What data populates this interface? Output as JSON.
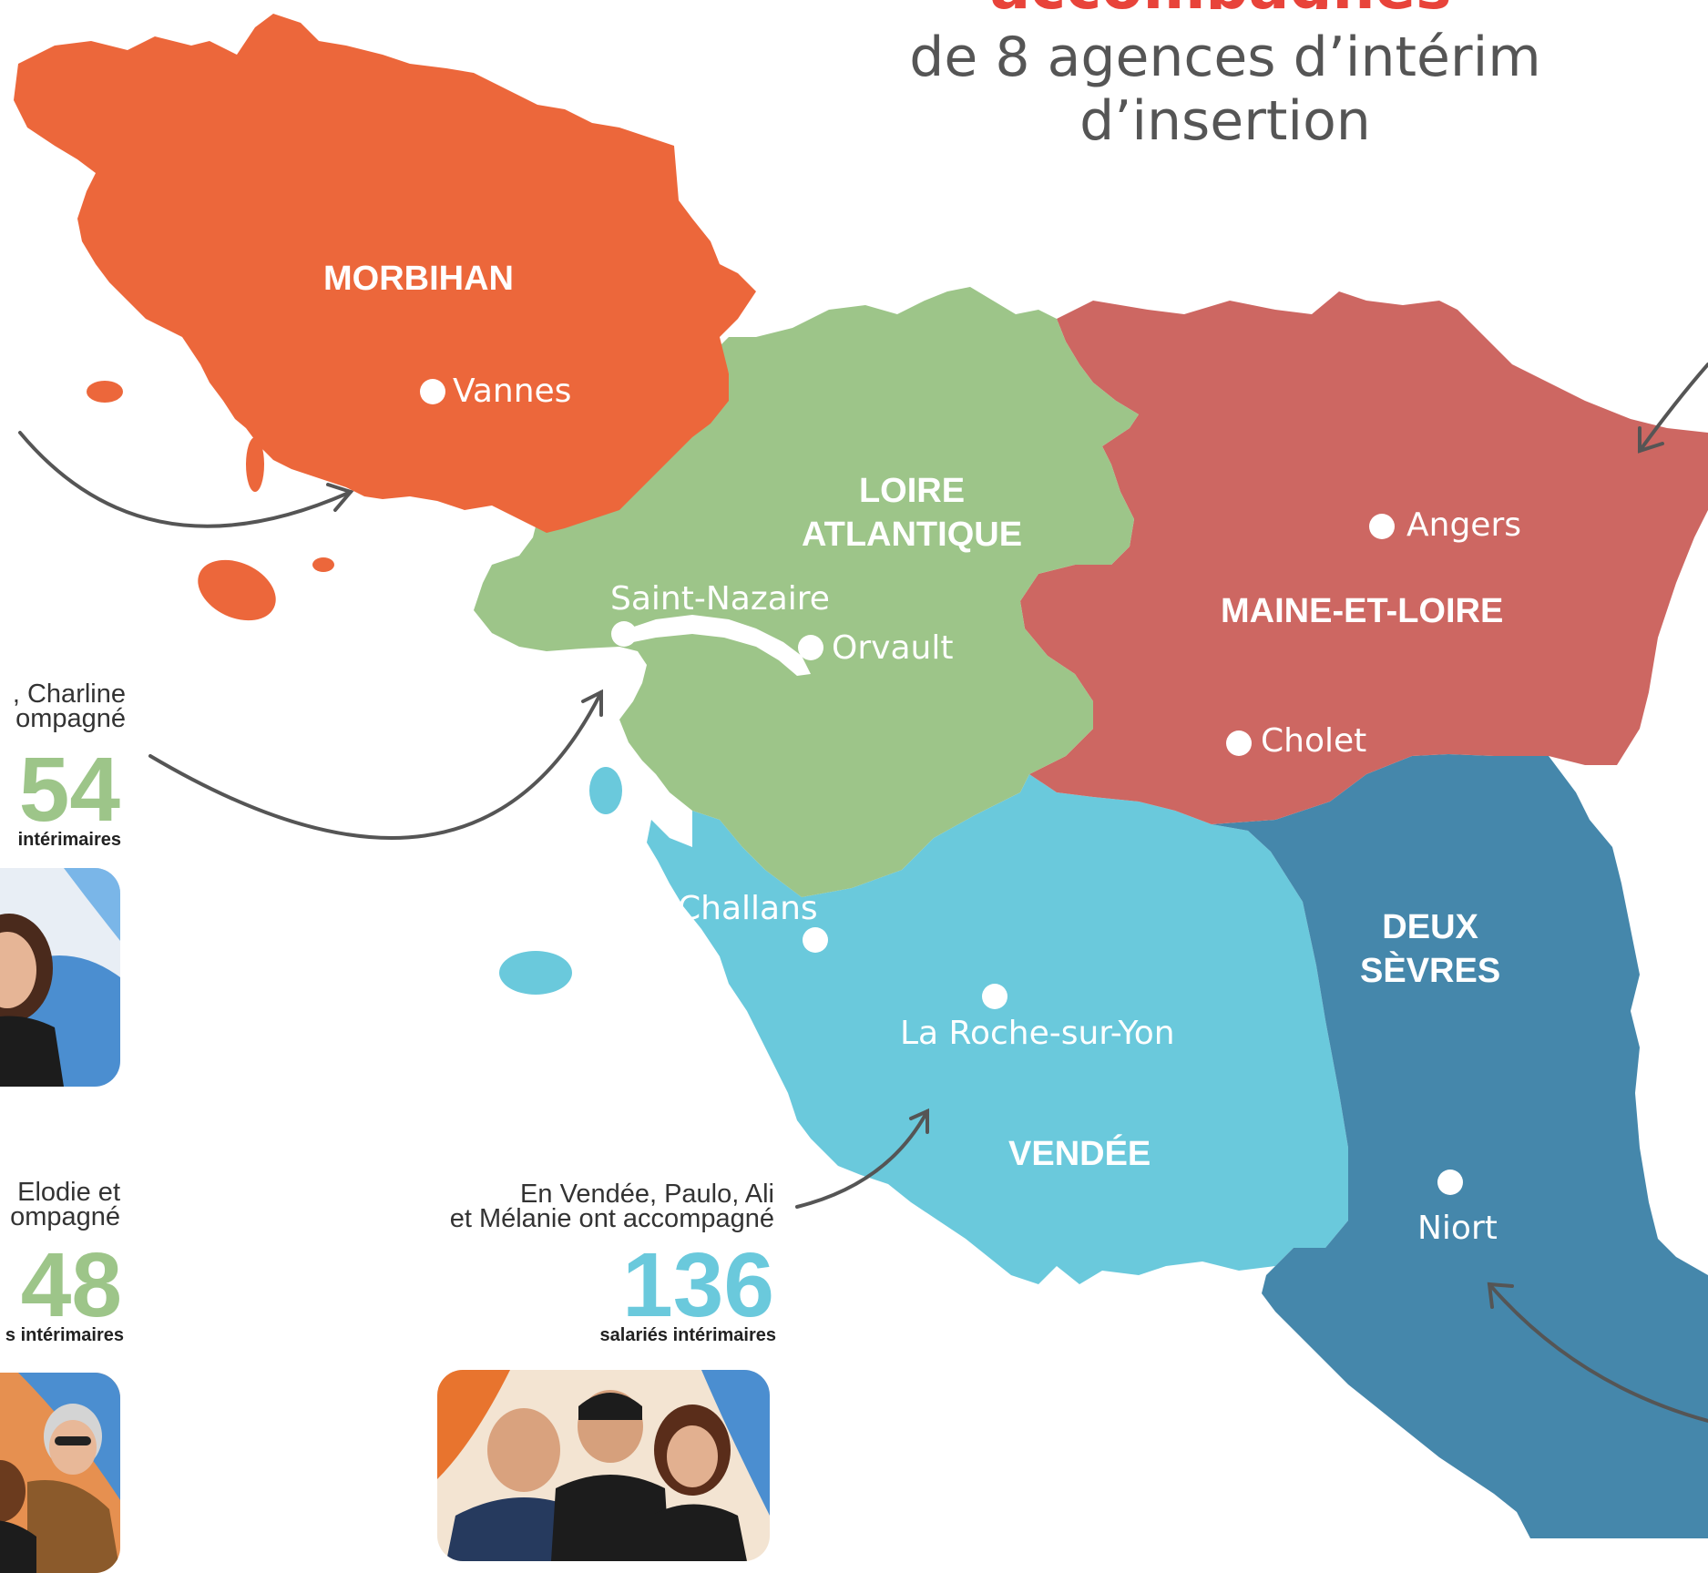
{
  "header": {
    "title_fragment": "accompagnés",
    "subtitle_line1": "de 8 agences d’intérim",
    "subtitle_line2": "d’insertion"
  },
  "departments": {
    "morbihan": {
      "name": "MORBIHAN",
      "color": "#ec673b"
    },
    "loire_atlantique": {
      "line1": "LOIRE",
      "line2": "ATLANTIQUE",
      "color": "#9dc589"
    },
    "maine_et_loire": {
      "name": "MAINE-ET-LOIRE",
      "color": "#cd6762"
    },
    "vendee": {
      "name": "VENDÉE",
      "color": "#6ac9dc"
    },
    "deux_sevres": {
      "line1": "DEUX",
      "line2": "SÈVRES",
      "color": "#4587ab"
    }
  },
  "cities": {
    "vannes": "Vannes",
    "saint_nazaire": "Saint-Nazaire",
    "orvault": "Orvault",
    "angers": "Angers",
    "cholet": "Cholet",
    "challans": "Challans",
    "la_roche_sur_yon": "La Roche-sur-Yon",
    "niort": "Niort"
  },
  "agencies": {
    "loire_atlantique_1": {
      "caption_line1": ", Charline",
      "caption_line2": "ompagné",
      "count": "54",
      "unit": "intérimaires",
      "color": "#9dc589"
    },
    "loire_atlantique_2": {
      "caption_line1": "Elodie et",
      "caption_line2": "ompagné",
      "count": "48",
      "unit": "s intérimaires",
      "color": "#9dc589"
    },
    "vendee": {
      "caption_line1": "En Vendée, Paulo, Ali",
      "caption_line2": "et Mélanie ont accompagné",
      "count": "136",
      "unit": "salariés intérimaires",
      "color": "#6ac9dc"
    }
  },
  "colors": {
    "arrow": "#555555",
    "subtitle": "#555555",
    "title_red": "#e8433a"
  }
}
